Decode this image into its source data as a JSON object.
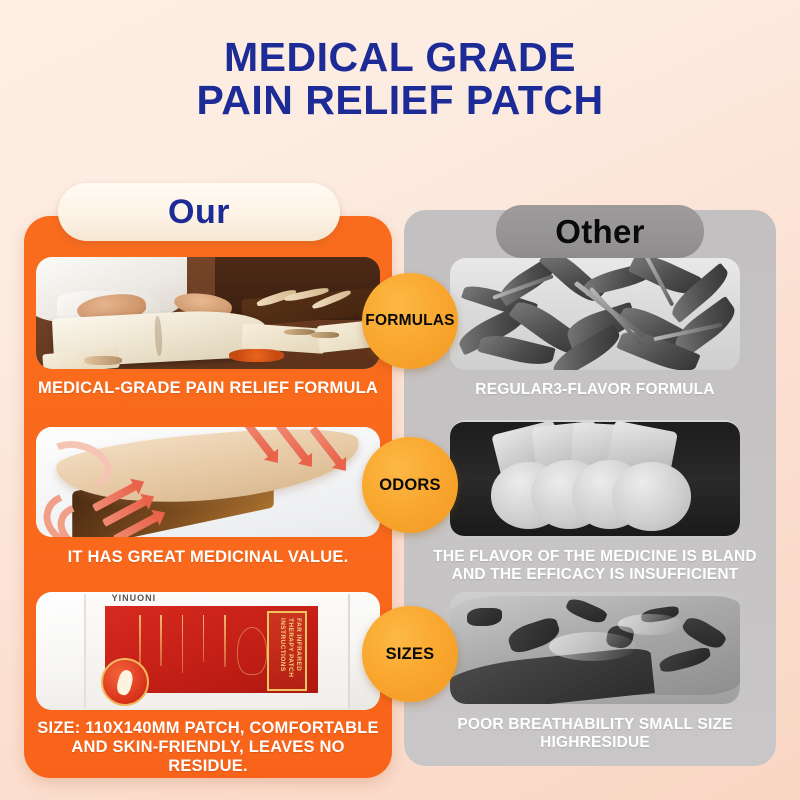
{
  "page": {
    "title_line1": "MEDICAL GRADE",
    "title_line2": "PAIN RELIEF PATCH",
    "title_color": "#1d2b96",
    "background_color": "#fcebe0"
  },
  "columns": {
    "ours": {
      "header_label": "Our",
      "header_text_color": "#1d2b96",
      "header_pill_color": "#fdf3e6",
      "panel_color": "#f96a1c",
      "caption_color": "#ffffff",
      "rows": [
        {
          "caption": "MEDICAL-GRADE PAIN RELIEF FORMULA",
          "image_name": "herbalist-reading-formula-book-photo"
        },
        {
          "caption": "IT HAS GREAT MEDICINAL VALUE.",
          "image_name": "patch-heat-penetration-photo"
        },
        {
          "caption": "SIZE: 110X140MM PATCH, COMFORTABLE AND SKIN-FRIENDLY, LEAVES NO RESIDUE.",
          "image_name": "red-instruction-booklet-photo"
        }
      ]
    },
    "other": {
      "header_label": "Other",
      "header_text_color": "#0a0a0a",
      "header_pill_color": "#97 9495",
      "panel_color": "#c6c3c4",
      "caption_color": "#ffffff",
      "rows": [
        {
          "caption": "REGULAR3-FLAVOR FORMULA",
          "image_name": "grey-dried-herbs-photo"
        },
        {
          "caption": "THE FLAVOR OF THE MEDICINE IS BLAND AND THE EFFICACY IS INSUFFICIENT",
          "image_name": "grey-small-patches-photo"
        },
        {
          "caption": "POOR BREATHABILITY SMALL SIZE HIGHRESIDUE",
          "image_name": "residue-on-skin-photo"
        }
      ]
    }
  },
  "badges": [
    {
      "label": "FORMULAS",
      "color": "#f9a72f"
    },
    {
      "label": "ODORS",
      "color": "#f9a72f"
    },
    {
      "label": "SIZES",
      "color": "#f9a72f"
    }
  ],
  "booklet": {
    "brand": "YINUONI",
    "gold_label": "FAR INFRARED THERAPY PATCH INSTRUCTIONS"
  }
}
